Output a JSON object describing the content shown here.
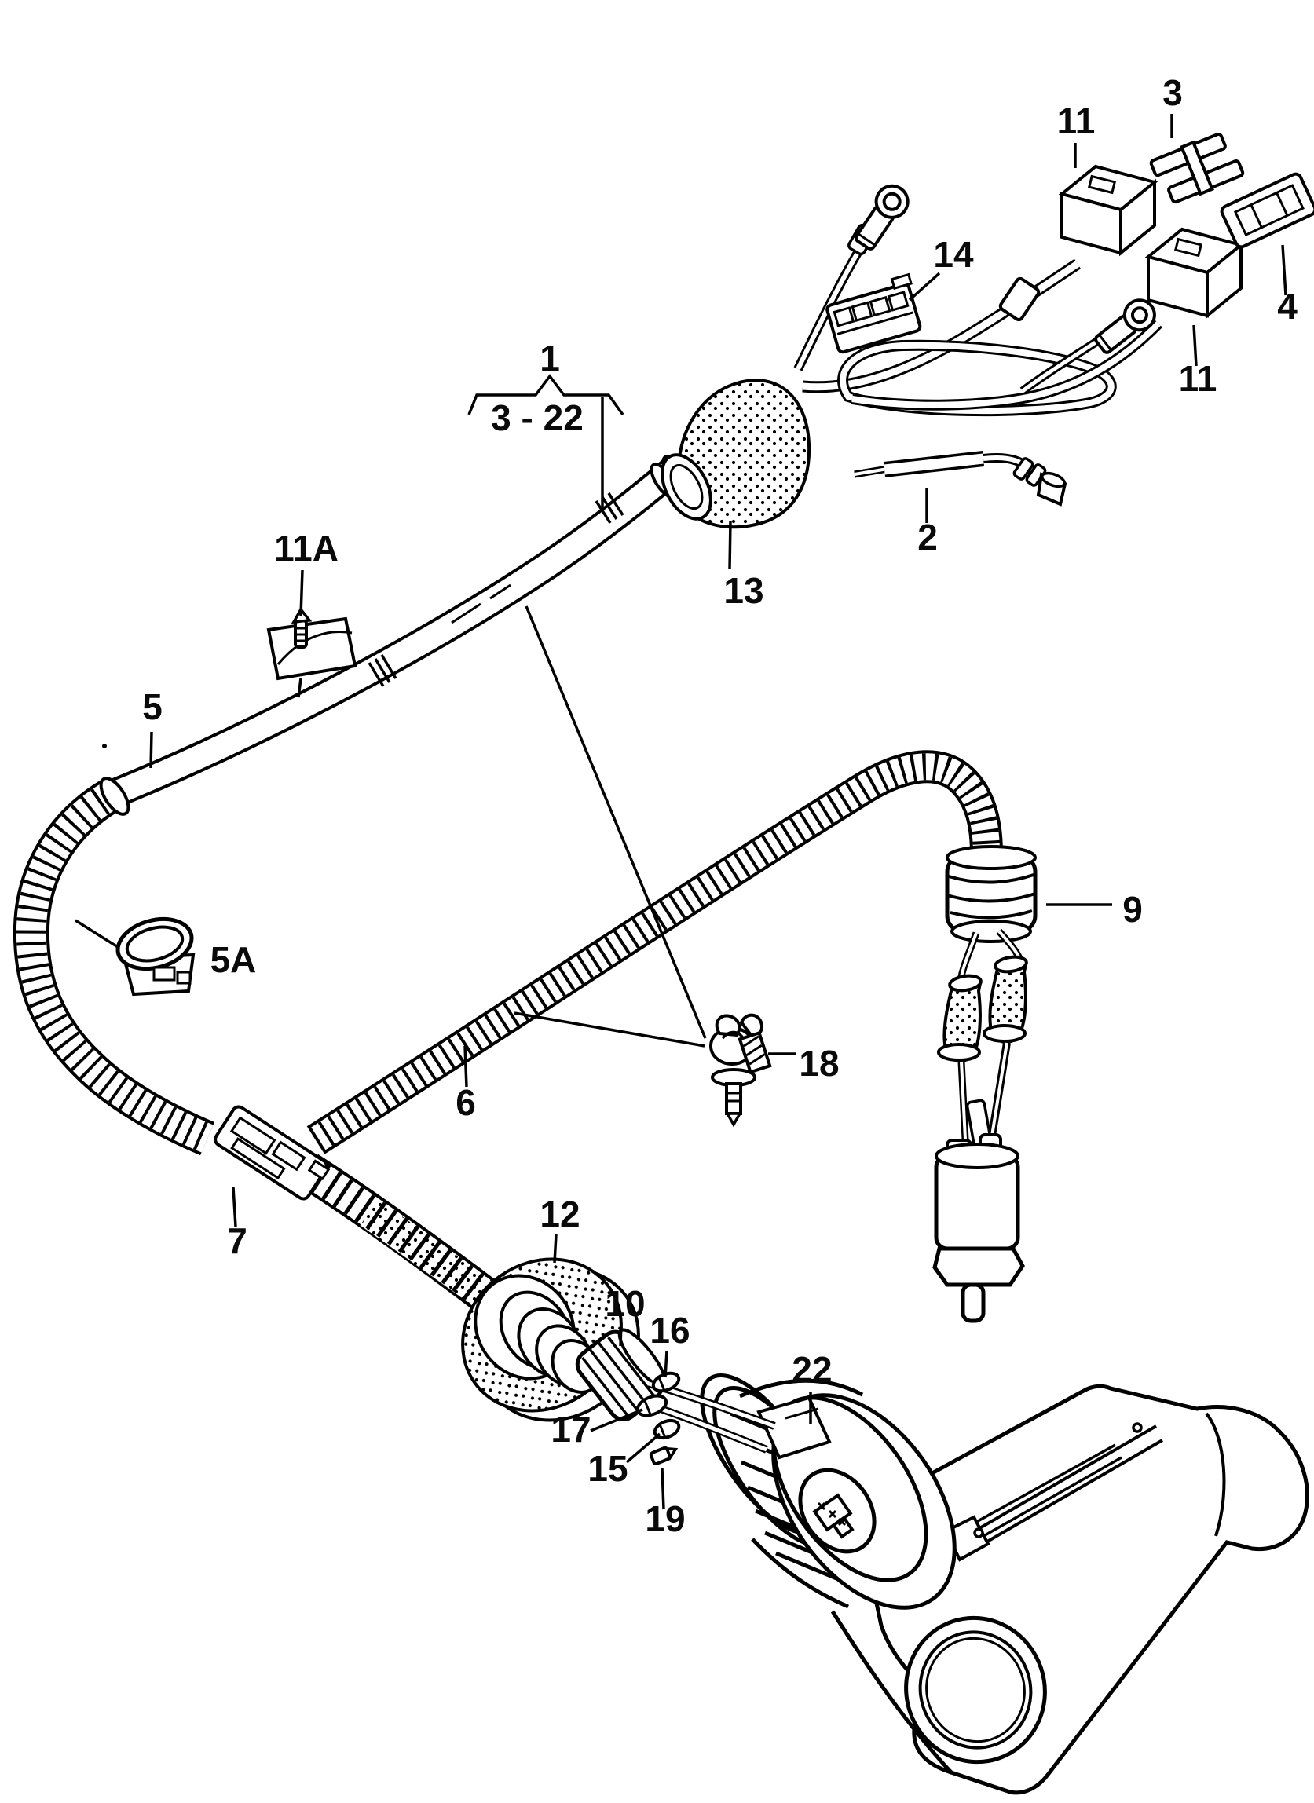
{
  "figure": {
    "type": "exploded-parts-diagram",
    "subject": "auxiliary heater wiring harness with fuses, grommets, sensor and blower unit",
    "background_color": "#ffffff",
    "ink_color": "#000000"
  },
  "callouts": {
    "c1": "1",
    "range": "3 - 22",
    "c2": "2",
    "c3": "3",
    "c4": "4",
    "c5": "5",
    "c5A": "5A",
    "c6": "6",
    "c7": "7",
    "c9": "9",
    "c10": "10",
    "c11_upper": "11",
    "c11_lower": "11",
    "c11A": "11A",
    "c12": "12",
    "c13": "13",
    "c14": "14",
    "c15": "15",
    "c16": "16",
    "c17": "17",
    "c18": "18",
    "c19": "19",
    "c22": "22"
  }
}
